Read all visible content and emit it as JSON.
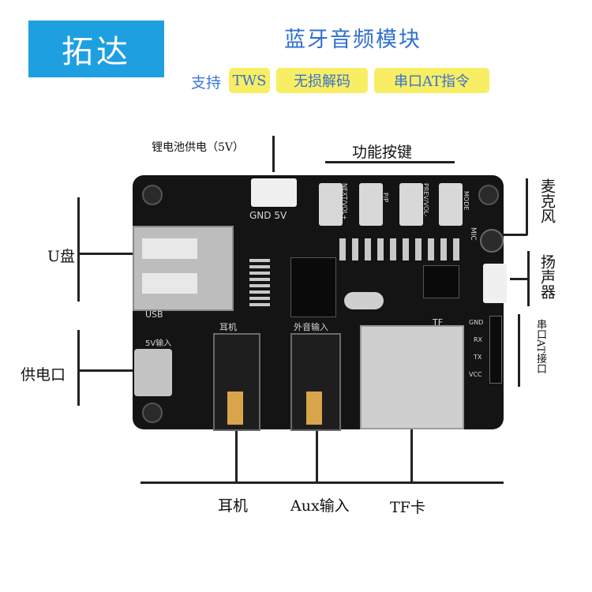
{
  "brand": "拓达",
  "title": "蓝牙音频模块",
  "support_label": "支持",
  "tags": [
    "TWS",
    "无损解码",
    "串口AT指令"
  ],
  "labels": {
    "battery": "锂电池供电（5V）",
    "buttons": "功能按键",
    "mic": "麦克风",
    "speaker": "扬声器",
    "uart": "串口AT接口",
    "udisk": "U盘",
    "power": "供电口",
    "headphone": "耳机",
    "aux": "Aux输入",
    "tf": "TF卡"
  },
  "pcb_silk": {
    "gnd5v": "GND  5V",
    "usb": "USB",
    "power5v": "5V输入",
    "earphone": "耳机",
    "audio_in": "外音输入",
    "tf": "TF",
    "mic": "MIC",
    "btn_next": "NEXT/VOL+",
    "btn_pp": "P/P",
    "btn_prev": "PREV/VOL-",
    "btn_mode": "MODE",
    "pins": [
      "GND",
      "RX",
      "TX",
      "VCC"
    ]
  }
}
